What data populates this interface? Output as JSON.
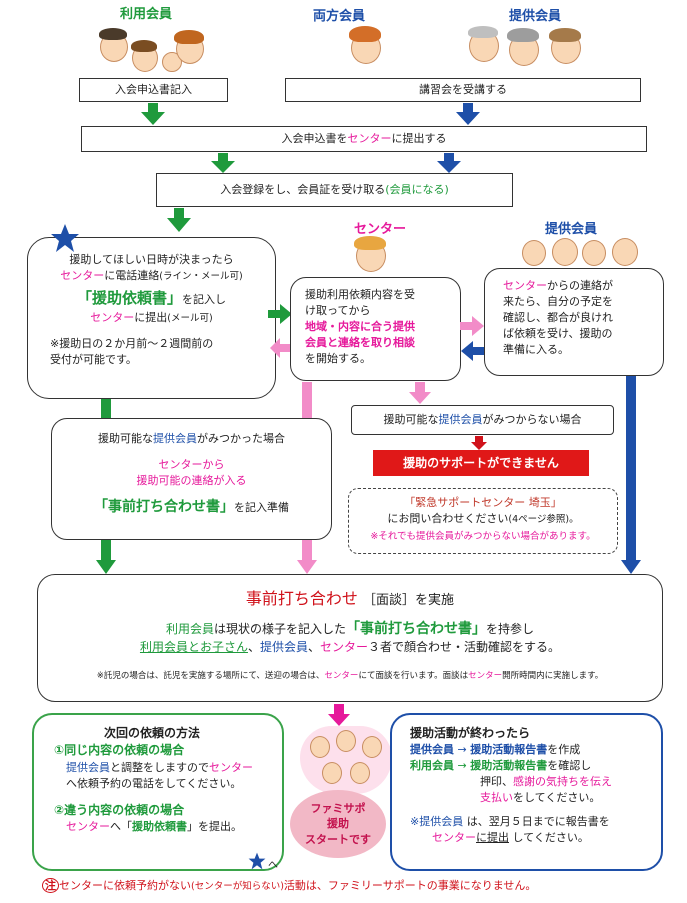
{
  "labels": {
    "user_member": "利用会員",
    "both_member": "両方会員",
    "provider_member": "提供会員",
    "center": "センター",
    "provider_member2": "提供会員"
  },
  "steps": {
    "apply_form": "入会申込書記入",
    "take_course": "講習会を受講する",
    "submit_a": "入会申込書を",
    "submit_b": "センター",
    "submit_c": "に提出する",
    "register_a": "入会登録をし、会員証を受け取る",
    "register_b": "(会員になる)"
  },
  "request_box": {
    "line1": "援助してほしい日時が決まったら",
    "line2_a": "センター",
    "line2_b": "に電話連絡",
    "line2_c": "(ライン・メール可)",
    "line3": "「援助依頼書」",
    "line3_b": "を記入し",
    "line4_a": "センター",
    "line4_b": "に提出",
    "line4_c": "(メール可)",
    "note1": "※援助日の２か月前～２週間前の",
    "note2": "受付が可能です。"
  },
  "center_box": {
    "line1": "援助利用依頼内容を受",
    "line2": "け取ってから",
    "line3": "地域・内容に合う提供",
    "line4": "会員と連絡を取り相談",
    "line5": "を開始する。"
  },
  "provider_box": {
    "line1_a": "センター",
    "line1_b": "からの連絡が",
    "line2": "来たら、自分の予定を",
    "line3": "確認し、都合が良けれ",
    "line4": "ば依頼を受け、援助の",
    "line5": "準備に入る。"
  },
  "found_box": {
    "line1_a": "援助可能な",
    "line1_b": "提供会員",
    "line1_c": "がみつかった場合",
    "line2": "センターから",
    "line3": "援助可能の連絡が入る",
    "line4": "「事前打ち合わせ書」",
    "line4_b": "を記入準備"
  },
  "not_found": {
    "line_a": "援助可能な",
    "line_b": "提供会員",
    "line_c": "がみつからない場合",
    "banner": "援助のサポートができません"
  },
  "emergency_box": {
    "line1": "「緊急サポートセンター 埼玉」",
    "line2": "にお問い合わせください",
    "line2_b": "(4ページ参照)。",
    "line3": "※それでも提供会員がみつからない場合があります。"
  },
  "meeting_box": {
    "title": "事前打ち合わせ",
    "title_b": "［面談］",
    "title_c": "を実施",
    "line1_a": "利用会員",
    "line1_b": "は現状の様子を記入した",
    "line1_c": "「事前打ち合わせ書」",
    "line1_d": "を持参し",
    "line2_a": "利用会員とお子さん",
    "line2_b": "、",
    "line2_c": "提供会員",
    "line2_d": "、",
    "line2_e": "センター",
    "line2_f": "３者で顔合わせ・活動確認をする。",
    "note_a": "※託児の場合は、託児を実施する場所にて、送迎の場合は、",
    "note_b": "センター",
    "note_c": "にて面談を行います。面談は",
    "note_d": "センター",
    "note_e": "開所時間内に実施します。"
  },
  "next_box": {
    "title": "次回の依頼の方法",
    "s1_title": "①同じ内容の依頼の場合",
    "s1_line1_a": "提供会員",
    "s1_line1_b": "と調整をしますので",
    "s1_line1_c": "センター",
    "s1_line2": "へ依頼予約の電話をしてください。",
    "s2_title": "②違う内容の依頼の場合",
    "s2_line_a": "センター",
    "s2_line_b": "へ「",
    "s2_line_c": "援助依頼書",
    "s2_line_d": "」を提出。",
    "arrow_tail": "へ"
  },
  "center_badge": {
    "line1": "ファミサポ",
    "line2": "援助",
    "line3": "スタートです"
  },
  "after_box": {
    "title": "援助活動が終わったら",
    "r1_a": "提供会員",
    "r1_b": "→",
    "r1_c": "援助活動報告書",
    "r1_d": "を作成",
    "r2_a": "利用会員",
    "r2_b": "→",
    "r2_c": "援助活動報告書",
    "r2_d": "を確認し",
    "r3_a": "押印、",
    "r3_b": "感謝の気持ちを伝え",
    "r4_a": "支払い",
    "r4_b": "をしてください。",
    "n1_a": "※提供会員",
    "n1_b": " は、翌月５日までに報告書を",
    "n2_a": "センター",
    "n2_b": "に提出",
    "n2_c": " してください。"
  },
  "footer": {
    "mark": "注",
    "a": "センター",
    "b": "に依頼予約がない",
    "c": "(センターが知らない)",
    "d": "活動は、ファミリーサポートの事業になりません。"
  },
  "colors": {
    "green": "#1f9a3c",
    "blue": "#1e4fa8",
    "magenta": "#e6199b",
    "red_banner": "#e01818",
    "pink_arrow": "#f28cc8"
  },
  "icons": [
    "star-icon",
    "family-illustration",
    "seniors-illustration",
    "center-staff-illustration",
    "heart-group-illustration"
  ]
}
